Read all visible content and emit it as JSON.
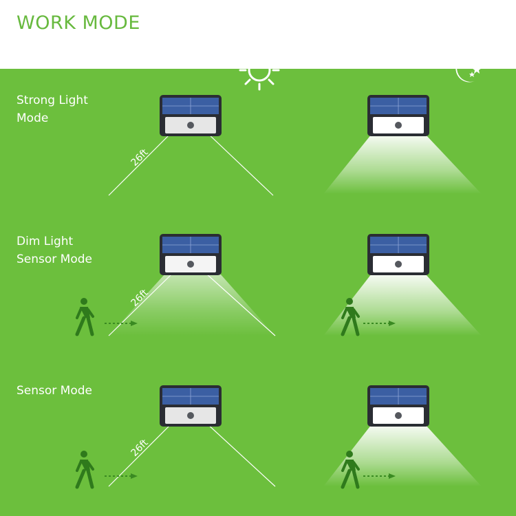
{
  "title": "WORK MODE",
  "icons": {
    "day": "sun-icon",
    "night": "moon-stars-icon"
  },
  "colors": {
    "title": "#67b93e",
    "background": "#6cbf3d",
    "light": "#ffffff",
    "person": "#2f7a1c"
  },
  "modes": [
    {
      "label_line1": "Strong Light",
      "label_line2": "Mode",
      "distance": "26ft"
    },
    {
      "label_line1": "Dim Light",
      "label_line2": "Sensor Mode",
      "distance": "26ft"
    },
    {
      "label_line1": "Sensor Mode",
      "label_line2": "",
      "distance": "26ft"
    }
  ]
}
